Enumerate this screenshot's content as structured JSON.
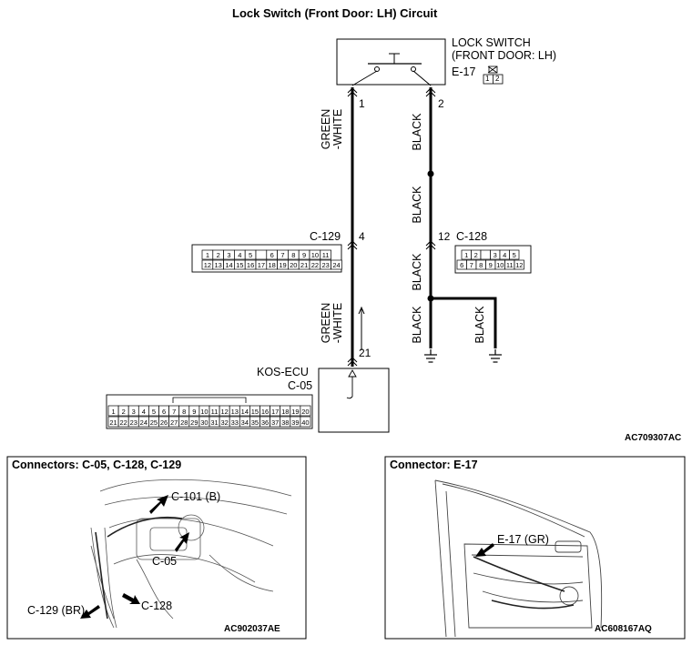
{
  "title": "Lock Switch (Front Door: LH) Circuit",
  "lock_switch": {
    "name_line1": "LOCK SWITCH",
    "name_line2": "(FRONT DOOR: LH)",
    "connector": "E-17",
    "pin_pair": [
      "1",
      "2"
    ]
  },
  "wires": {
    "left_pin_top": "1",
    "right_pin_top": "2",
    "left_color_top_1": "GREEN",
    "left_color_top_2": "-WHITE",
    "right_color_a": "BLACK",
    "right_color_b": "BLACK",
    "right_color_c": "BLACK",
    "right_color_d": "BLACK",
    "branch_color": "BLACK",
    "left_color_bot_1": "GREEN",
    "left_color_bot_2": "-WHITE",
    "left_pin_c129": "4",
    "right_pin_c128": "12",
    "left_pin_ecu": "21"
  },
  "connector_c129": {
    "label": "C-129",
    "row1": [
      "1",
      "2",
      "3",
      "4",
      "5",
      "",
      "6",
      "7",
      "8",
      "9",
      "10",
      "11"
    ],
    "row2": [
      "12",
      "13",
      "14",
      "15",
      "16",
      "17",
      "18",
      "19",
      "20",
      "21",
      "22",
      "23",
      "24"
    ]
  },
  "connector_c128": {
    "label": "C-128",
    "row1": [
      "1",
      "2",
      "",
      "3",
      "4",
      "5"
    ],
    "row2": [
      "6",
      "7",
      "8",
      "9",
      "10",
      "11",
      "12"
    ]
  },
  "ecu": {
    "name": "KOS-ECU",
    "connector": "C-05",
    "row1": [
      "1",
      "2",
      "3",
      "4",
      "5",
      "6",
      "7",
      "8",
      "9",
      "10",
      "11",
      "12",
      "13",
      "14",
      "15",
      "16",
      "17",
      "18",
      "19",
      "20"
    ],
    "row2": [
      "21",
      "22",
      "23",
      "24",
      "25",
      "26",
      "27",
      "28",
      "29",
      "30",
      "31",
      "32",
      "33",
      "34",
      "35",
      "36",
      "37",
      "38",
      "39",
      "40"
    ]
  },
  "diagram_code": "AC709307AC",
  "panel_left": {
    "title": "Connectors: C-05, C-128, C-129",
    "callout_c101": "C-101 (B)",
    "callout_c05": "C-05",
    "callout_c129": "C-129 (BR)",
    "callout_c128": "C-128",
    "code": "AC902037AE"
  },
  "panel_right": {
    "title": "Connector: E-17",
    "callout_e17": "E-17 (GR)",
    "code": "AC608167AQ"
  }
}
